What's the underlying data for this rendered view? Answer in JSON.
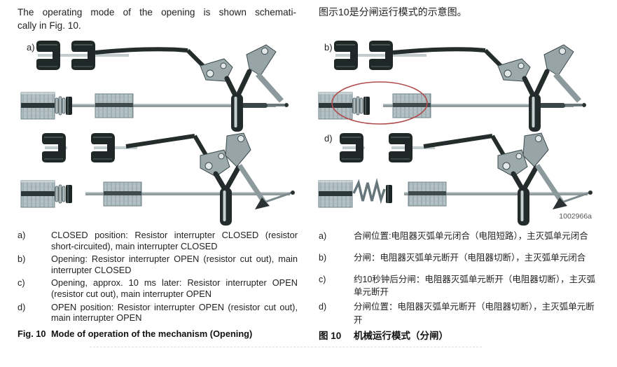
{
  "intro": {
    "en_line1": "The operating mode of the opening is shown schemati-",
    "en_line2": "cally in Fig. 10.",
    "zh": "图示10是分闸运行模式的示意图。"
  },
  "figure": {
    "label_a": "a)",
    "label_b": "b)",
    "label_d": "d)",
    "ref_number": "1002966a",
    "annotation_color": "#b14c4c"
  },
  "list_en": {
    "items": [
      {
        "label": "a)",
        "text": "CLOSED position: Resistor interrupter CLOSED (resistor short-circuited), main interrupter CLOSED"
      },
      {
        "label": "b)",
        "text": "Opening: Resistor interrupter OPEN (resistor cut out), main interrupter CLOSED"
      },
      {
        "label": "c)",
        "text": "Opening, approx. 10 ms later: Resistor interrupter OPEN (resistor cut out), main interrupter OPEN"
      },
      {
        "label": "d)",
        "text": "OPEN position: Resistor interrupter OPEN (resistor cut out), main interrupter OPEN"
      }
    ]
  },
  "list_zh": {
    "items": [
      {
        "label": "a)",
        "text": "合闸位置:电阻器灭弧单元闭合（电阻短路），主灭弧单元闭合"
      },
      {
        "label": "b)",
        "text": "分闸：电阻器灭弧单元断开（电阻器切断），主灭弧单元闭合"
      },
      {
        "label": "c)",
        "text": "约10秒钟后分闸：电阻器灭弧单元断开（电阻器切断），主灭弧单元断开"
      },
      {
        "label": "d)",
        "text": "分闸位置：电阻器灭弧单元断开（电阻器切断），主灭弧单元断开"
      }
    ]
  },
  "caption_en": {
    "tag": "Fig. 10",
    "text": "Mode of operation of the mechanism (Opening)"
  },
  "caption_zh": {
    "tag": "图 10",
    "text": "机械运行模式（分闸）"
  }
}
